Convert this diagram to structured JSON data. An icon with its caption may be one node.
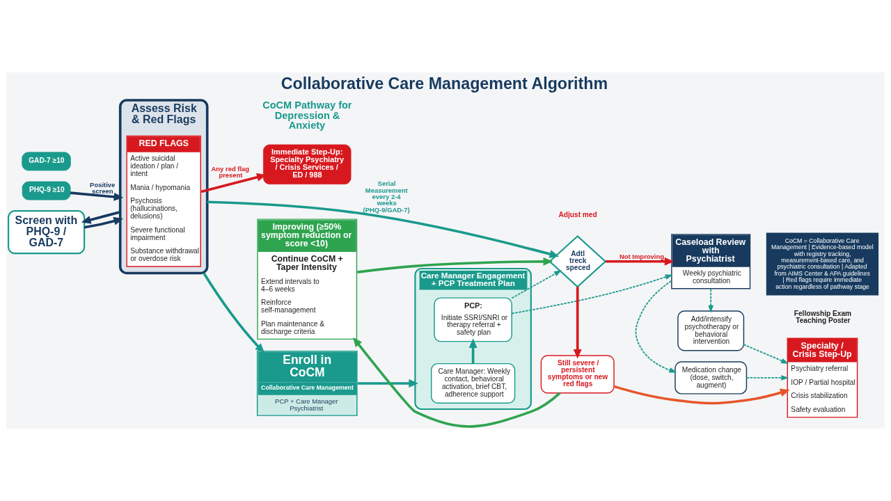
{
  "diagram": {
    "title": "Collaborative Care Management Algorithm",
    "caption": "CoCM = Collaborative Care Management | Evidence-based model with registry tracking, measurement-based care, and psychiatric consultation | Adapted from AIMS Center & APA guidelines | Red flags require immediate action regardless of pathway stage",
    "nodes": [
      {
        "text": [
          "Screen with PHQ-9 / GAD-7"
        ]
      },
      {
        "text": [
          "PHQ-9 ≥10"
        ]
      },
      {
        "text": [
          "GAD-7 ≥10"
        ]
      },
      {
        "text": [
          "Assess Risk & Red Flags"
        ]
      },
      {
        "text": [
          "RED FLAGS",
          "Active suicidal ideation / plan / intent",
          "Mania / hypomania",
          "Psychosis (hallucinations, delusions)",
          "Severe functional impairment",
          "Substance withdrawal or overdose risk"
        ],
        "in": 3
      },
      {
        "text": [
          "Immediate Step-Up: Specialty Psychiatry / Crisis Services / ED / 988"
        ]
      },
      {
        "text": [
          "Enroll in CoCM",
          "Collaborative Care Management",
          "PCP + Care Manager Psychiatrist"
        ]
      },
      {
        "text": [
          "Care Manager Engagement + PCP Treatment Plan"
        ]
      },
      {
        "text": [
          "Care Manager: Weekly contact, behavioral activation, brief CBT, adherence support"
        ],
        "in": 7
      },
      {
        "text": [
          "PCP:",
          "Initiate SSRI/SNRI or therapy referral + safety plan"
        ],
        "in": 7
      },
      {
        "text": [
          "Adtl treck speced"
        ]
      },
      {
        "text": [
          "Caseload Review with Psychiatrist",
          "Weekly psychiatric consultation"
        ]
      },
      {
        "text": [
          "Improving (≥50% symptom reduction or score <10)",
          "Continue CoCM + Taper Intensity",
          "Extend intervals to 4–6 weeks",
          "Reinforce self-management",
          "Plan maintenance & discharge criteria"
        ]
      },
      {
        "text": [
          "Still severe / persistent symptoms or new red flags"
        ]
      },
      {
        "text": [
          "Medication change (dose, switch, augment)"
        ]
      },
      {
        "text": [
          "Add/intensify psychotherapy or behavioral intervention"
        ]
      },
      {
        "text": [
          "Specialty / Crisis Step-Up",
          "Psychiatry referral",
          "IOP / Partial hospital",
          "Crisis stabilization",
          "Safety evaluation"
        ]
      }
    ],
    "edges": [
      {
        "from": 0,
        "to": 3,
        "arrow": "to",
        "color": "#173a5e"
      },
      {
        "from": 1,
        "to": 3,
        "arrow": "to",
        "label": "Positive screen",
        "color": "#173a5e"
      },
      {
        "from": 3,
        "to": 0,
        "arrow": "to",
        "color": "#173a5e"
      },
      {
        "from": 3,
        "to": 6,
        "arrow": "to"
      },
      {
        "from": 3,
        "to": 10,
        "arrow": "to",
        "label": "Serial Measurement every 2-4 weeks (PHQ-9/GAD-7)"
      },
      {
        "from": 4,
        "to": 5,
        "arrow": "to",
        "label": "Any red flag present",
        "color": "#d7191f"
      },
      {
        "from": 6,
        "to": 7,
        "arrow": "to"
      },
      {
        "from": 8,
        "to": 9,
        "arrow": "to"
      },
      {
        "from": 9,
        "to": 10,
        "arrow": "to",
        "style": "dashed"
      },
      {
        "from": 9,
        "to": 11,
        "arrow": "to",
        "style": "dashed"
      },
      {
        "from": 12,
        "to": 10,
        "arrow": "to",
        "color": "#2ea44f"
      },
      {
        "from": 10,
        "to": 11,
        "arrow": "to",
        "label": "Not Improving",
        "color": "#d7191f"
      },
      {
        "from": 10,
        "to": 13,
        "arrow": "to",
        "color": "#d7191f"
      },
      {
        "from": 11,
        "to": 14,
        "arrow": "to",
        "style": "dashed"
      },
      {
        "from": 11,
        "to": 15,
        "arrow": "to",
        "style": "dashed"
      },
      {
        "from": 14,
        "to": 16,
        "arrow": "to",
        "style": "dashed"
      },
      {
        "from": 15,
        "to": 16,
        "arrow": "to",
        "style": "dashed"
      },
      {
        "from": 13,
        "to": 16,
        "arrow": "to",
        "color": "#e8552a"
      },
      {
        "from": 13,
        "to": 12,
        "arrow": "to",
        "color": "#2ea44f"
      }
    ],
    "labels": [
      "Fellowship Exam Teaching Poster",
      "CoCM Pathway for Depression & Anxiety",
      "Adjust med"
    ]
  }
}
